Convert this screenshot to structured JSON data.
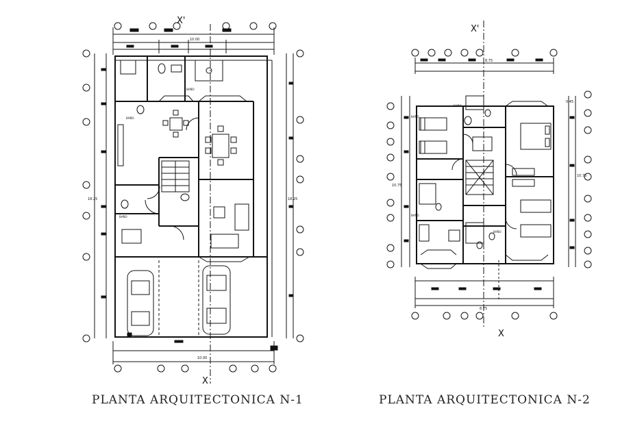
{
  "plans": [
    {
      "id": "n1",
      "title": "PLANTA ARQUITECTONICA N-1",
      "axis_top": "X'",
      "axis_bottom": "X",
      "dim_top": "10.00",
      "dim_bottom": "10.00",
      "dim_left": "18.25",
      "dim_right": "18.25",
      "room_labels": [
        "BAÑO",
        "BAÑO",
        "BAÑO"
      ]
    },
    {
      "id": "n2",
      "title": "PLANTA ARQUITECTONICA N-2",
      "axis_top": "X'",
      "axis_bottom": "X",
      "dim_top": "8.75",
      "dim_bottom": "8.75",
      "dim_left": "10.75",
      "dim_right": "10.75",
      "dim_small": "0.45",
      "room_labels": [
        "BAÑO",
        "BAÑO",
        "BAÑO",
        "BAÑO"
      ]
    }
  ]
}
